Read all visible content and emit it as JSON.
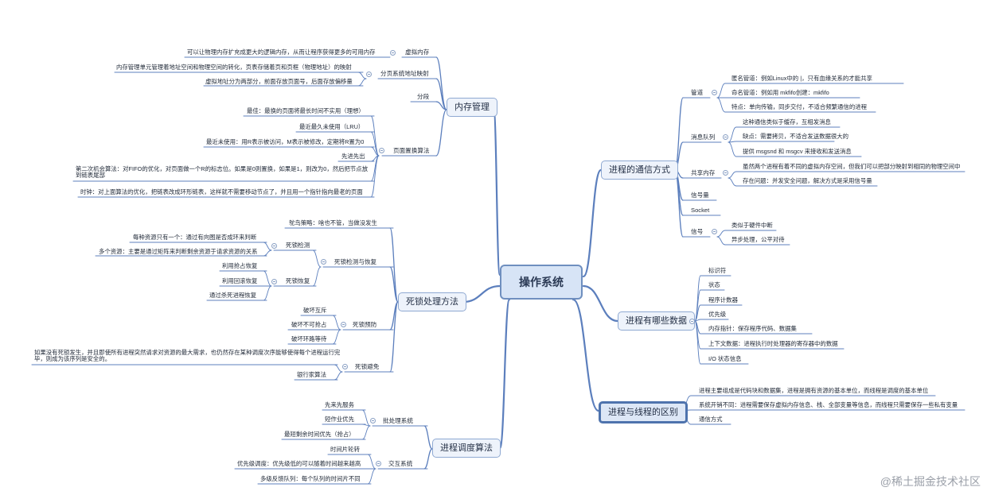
{
  "root": "操作系统",
  "memory": {
    "label": "内存管理",
    "virtual": {
      "label": "虚拟内存",
      "desc": "可以让物理内存扩充成更大的逻辑内存，从而让程序获得更多的可用内存"
    },
    "paging": {
      "label": "分页系统地址映射",
      "desc1": "内存管理单元管理着地址空间和物理空间的转化，页表存储着页和页框（物理地址）的映射",
      "desc2": "虚拟地址分为两部分，前面存放页面号，后面存放偏移量"
    },
    "segment": "分段",
    "replace": {
      "label": "页面置换算法",
      "items": [
        "最佳：最换的页面将最长时间不实用（理想）",
        "最近最久未使用（LRU）",
        "最近未使用：用R表示被访问，M表示被修改，定期将R置为0",
        "先进先出",
        "第二次机会算法：对FIFO的优化，对页面做一个R的标志位。如果是0则置换，如果是1，则改为0，然后把节点放到链表尾部",
        "时钟：对上面算法的优化，把链表改成环形链表，这样就不需要移动节点了，并且用一个指针指向最老的页面"
      ]
    }
  },
  "deadlock": {
    "label": "死锁处理方法",
    "ostrich": "鸵鸟策略：啥也不管，当做没发生",
    "detect_recover": {
      "label": "死锁检测与恢复",
      "detect": {
        "label": "死锁检测",
        "items": [
          "每种资源只有一个：通过有向图是否成环来判断",
          "多个资源：主要是通过矩阵来判断剩余资源于请求资源的关系"
        ]
      },
      "recover": {
        "label": "死锁恢复",
        "items": [
          "利用抢占恢复",
          "利用回滚恢复",
          "通过杀死进程恢复"
        ]
      }
    },
    "prevent": {
      "label": "死锁预防",
      "items": [
        "破坏互斥",
        "破坏不可抢占",
        "破坏环路等待"
      ]
    },
    "avoid": {
      "label": "死锁避免",
      "items": [
        "如果没有死锁发生，并且即使所有进程突然请求对资源的最大需求，也仍然存在某种调度次序能够使得每个进程运行完毕，则成为该序列是安全的。",
        "银行家算法"
      ]
    }
  },
  "schedule": {
    "label": "进程调度算法",
    "batch": {
      "label": "批处理系统",
      "items": [
        "先来先服务",
        "短作业优先",
        "最短剩余时间优先（抢占）"
      ]
    },
    "interactive": {
      "label": "交互系统",
      "items": [
        "时间片轮转",
        "优先级调度：优先级低的可以随着时间越来越高",
        "多级反馈队列：每个队列的时间片不同"
      ]
    }
  },
  "comm": {
    "label": "进程的通信方式",
    "pipe": {
      "label": "管道",
      "items": [
        "匿名管道：例如Linux中的 |，只有血缘关系的才能共享",
        "命名管道：例如用 mkfifo创建：mkfifo",
        "特点：单向传输，同步交付，不适合频繁通信的进程"
      ]
    },
    "mq": {
      "label": "消息队列",
      "items": [
        "这种通信类似于缓存，互相发消息",
        "缺点：需要拷贝，不适合发送数据很大的",
        "提供 msgsnd 和 msgcv 来接收和发送消息"
      ]
    },
    "shm": {
      "label": "共享内存",
      "items": [
        "虽然两个进程有着不同的虚拟内存空间，但我们可以把部分映射到相同的物理空间中",
        "存在问题：并发安全问题，解决方式是采用信号量"
      ]
    },
    "sem": "信号量",
    "socket": "Socket",
    "signal": {
      "label": "信号",
      "items": [
        "类似于硬件中断",
        "异步处理，公平对待"
      ]
    }
  },
  "data": {
    "label": "进程有哪些数据",
    "items": [
      "标识符",
      "状态",
      "程序计数器",
      "优先级",
      "内存指针：保存程序代码、数据集",
      "上下文数据：进程执行时处理器的寄存器中的数据",
      "I/O 状态信息"
    ]
  },
  "diff": {
    "label": "进程与线程的区别",
    "items": [
      "进程主要组成是代码块和数据集，进程是拥有资源的基本单位，而线程是调度的基本单位",
      "系统开销不同：进程需要保存虚拟内存信息、栈、全部变量等信息，而线程只需要保存一些私有变量",
      "通信方式"
    ]
  },
  "watermark": "@稀土掘金技术社区",
  "colors": {
    "line": "#5c7fbd",
    "text": "#1e2736",
    "root_border": "#6f8fbf",
    "root_fill": "#d7e4f6"
  }
}
